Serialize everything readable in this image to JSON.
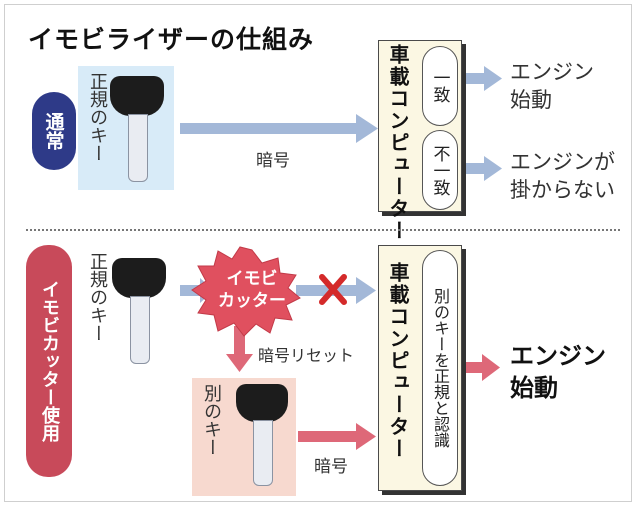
{
  "title": "イモビライザーの仕組み",
  "badges": {
    "normal": "通常",
    "cutter": "イモビカッター使用"
  },
  "keys": {
    "regular": "正規のキー",
    "other": "別のキー"
  },
  "ecu_label": "車載コンピューター",
  "checks": {
    "match": "一致",
    "mismatch": "不一致",
    "other_key": "別のキーを正規と認識"
  },
  "signals": {
    "code": "暗号",
    "code_reset": "暗号リセット"
  },
  "device": {
    "line1": "イモビ",
    "line2": "カッター"
  },
  "results": {
    "start_line1": "エンジン",
    "start_line2": "始動",
    "fail_line1": "エンジンが",
    "fail_line2": "掛からない"
  },
  "colors": {
    "badge_blue": "#2e3a88",
    "badge_red": "#c84a5a",
    "panel_blue": "#d8ebf8",
    "panel_pink": "#f7d9cf",
    "arrow_blue": "#a3b8d8",
    "arrow_red": "#de6878",
    "burst_red": "#e0505f",
    "ecu_fill": "#fbf7e3"
  },
  "icons": [
    "car-key-icon",
    "arrow-right-icon",
    "arrow-down-icon",
    "cross-mark-icon",
    "starburst-icon"
  ]
}
